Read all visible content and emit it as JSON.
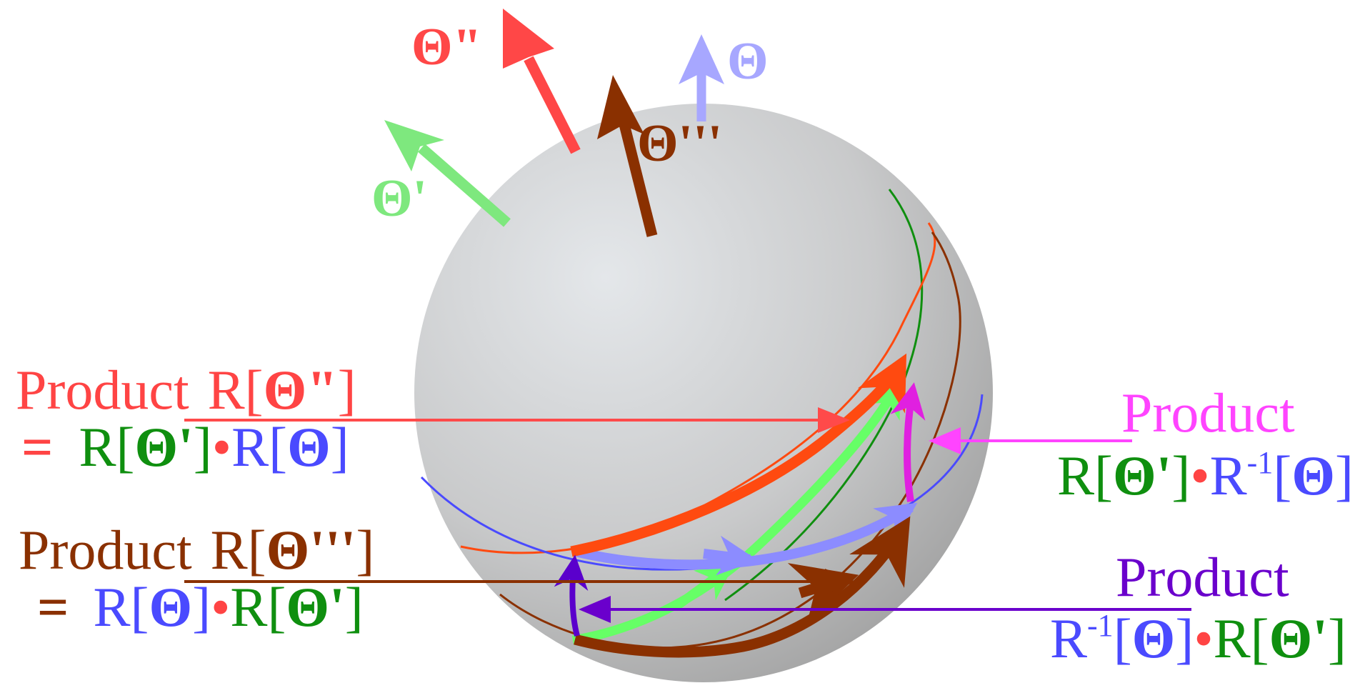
{
  "top_cut_text": "",
  "vectors": [
    {
      "id": "theta",
      "label": "Θ",
      "color": "#a7a7ff"
    },
    {
      "id": "theta_pp",
      "label": "Θ\"",
      "color": "#ff4747"
    },
    {
      "id": "theta_ppp",
      "label": "Θ'''",
      "color": "#8a3000"
    },
    {
      "id": "theta_p",
      "label": "Θ'",
      "color": "#7ee87e"
    }
  ],
  "labels": {
    "red_product": {
      "line1_word": "Product",
      "line1_R": "R[",
      "line1_sym": "Θ\"",
      "line1_close": "]",
      "line2_eq": "=",
      "line2_R1": "R[",
      "line2_sym1": "Θ'",
      "line2_close1": "]",
      "dot": "•",
      "line2_R2": "R[",
      "line2_sym2": "Θ",
      "line2_close2": "]",
      "color": "#ff4444",
      "green": "#0f8f0f",
      "blue": "#4a4aff"
    },
    "brown_product": {
      "line1_word": "Product",
      "line1_R": "R[",
      "line1_sym": "Θ'''",
      "line1_close": "]",
      "line2_eq": "=",
      "line2_R1": "R[",
      "line2_sym1": "Θ",
      "line2_close1": "]",
      "dot": "•",
      "line2_R2": "R[",
      "line2_sym2": "Θ'",
      "line2_close2": "]",
      "color": "#8a3000"
    },
    "magenta_product": {
      "line1_word": "Product",
      "line2_R1": "R[",
      "line2_sym1": "Θ'",
      "line2_close1": "]",
      "dot": "•",
      "line2_R2": "R",
      "line2_sup": "-1",
      "line2_open2": "[",
      "line2_sym2": "Θ",
      "line2_close2": "]",
      "color": "#ff44ff"
    },
    "purple_product": {
      "line1_word": "Product",
      "line2_R1": "R",
      "line2_sup": "-1",
      "line2_open1": "[",
      "line2_sym1": "Θ",
      "line2_close1": "]",
      "dot": "•",
      "line2_R2": "R[",
      "line2_sym2": "Θ'",
      "line2_close2": "]",
      "color": "#6a00cc"
    }
  },
  "colors": {
    "sphere_light": "#e2e5e8",
    "sphere_dark": "#9a9a9a",
    "red_arc": "#ff4a10",
    "blue_arc": "#4a4aff",
    "green_arc": "#0f8f0f",
    "brown_arc": "#8a3000",
    "magenta_arc": "#e020e0",
    "purple_arc": "#5a00cc",
    "light_blue_arc": "#8c8cff",
    "light_green_arc": "#66ff66"
  }
}
